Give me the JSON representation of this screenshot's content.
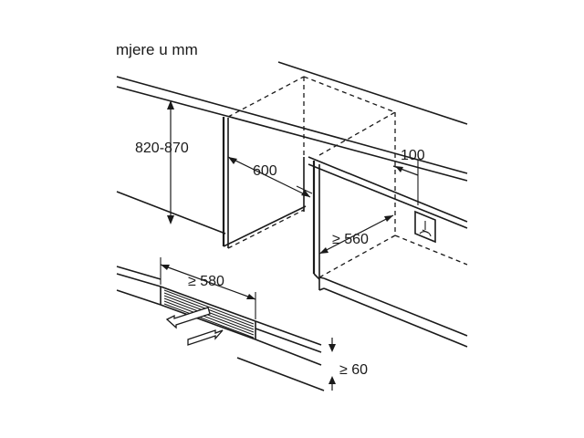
{
  "diagram": {
    "units_label": "mjere u mm",
    "dimensions": {
      "height": "820-870",
      "depth": "600",
      "side_offset": "100",
      "min_depth": "≥ 560",
      "vent_width": "≥ 580",
      "vent_gap": "≥ 60"
    },
    "icons": [
      "power-socket-icon",
      "airflow-arrows-icon"
    ]
  }
}
